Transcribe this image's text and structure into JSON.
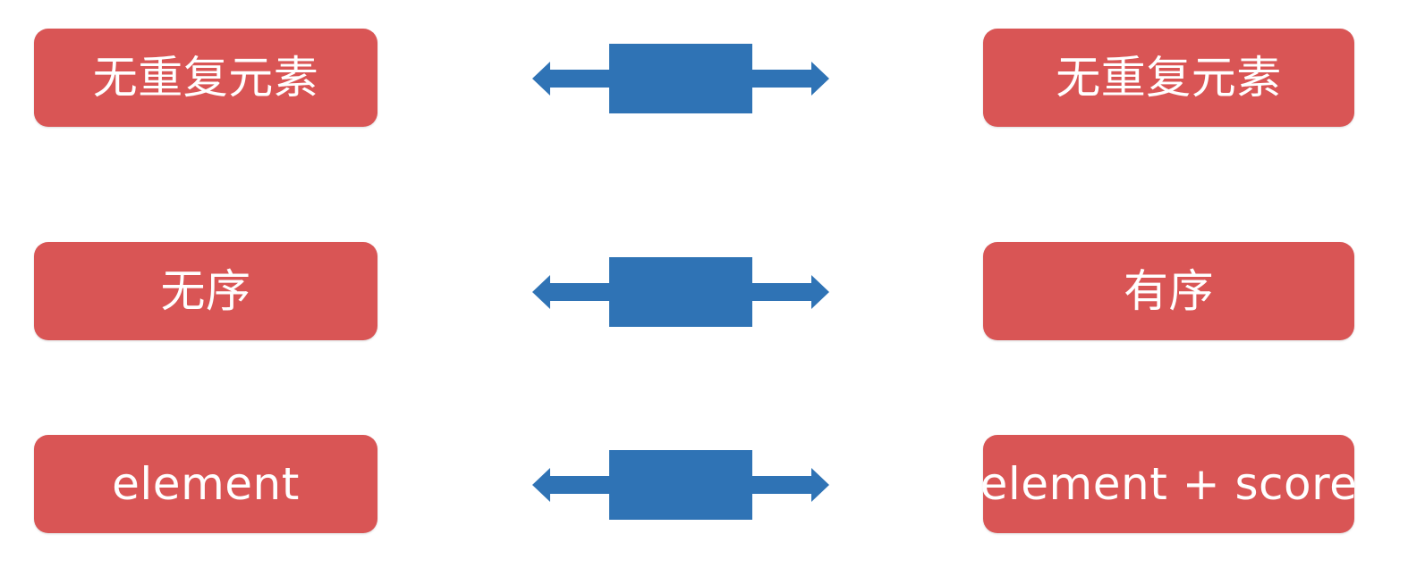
{
  "colors": {
    "box_fill": "#d95555",
    "box_text": "#ffffff",
    "arrow_fill": "#2f73b5"
  },
  "rows": [
    {
      "left": "无重复元素",
      "right": "无重复元素",
      "connector_icon": "double-arrow-icon"
    },
    {
      "left": "无序",
      "right": "有序",
      "connector_icon": "double-arrow-icon"
    },
    {
      "left": "element",
      "right": "element + score",
      "connector_icon": "double-arrow-icon"
    }
  ]
}
